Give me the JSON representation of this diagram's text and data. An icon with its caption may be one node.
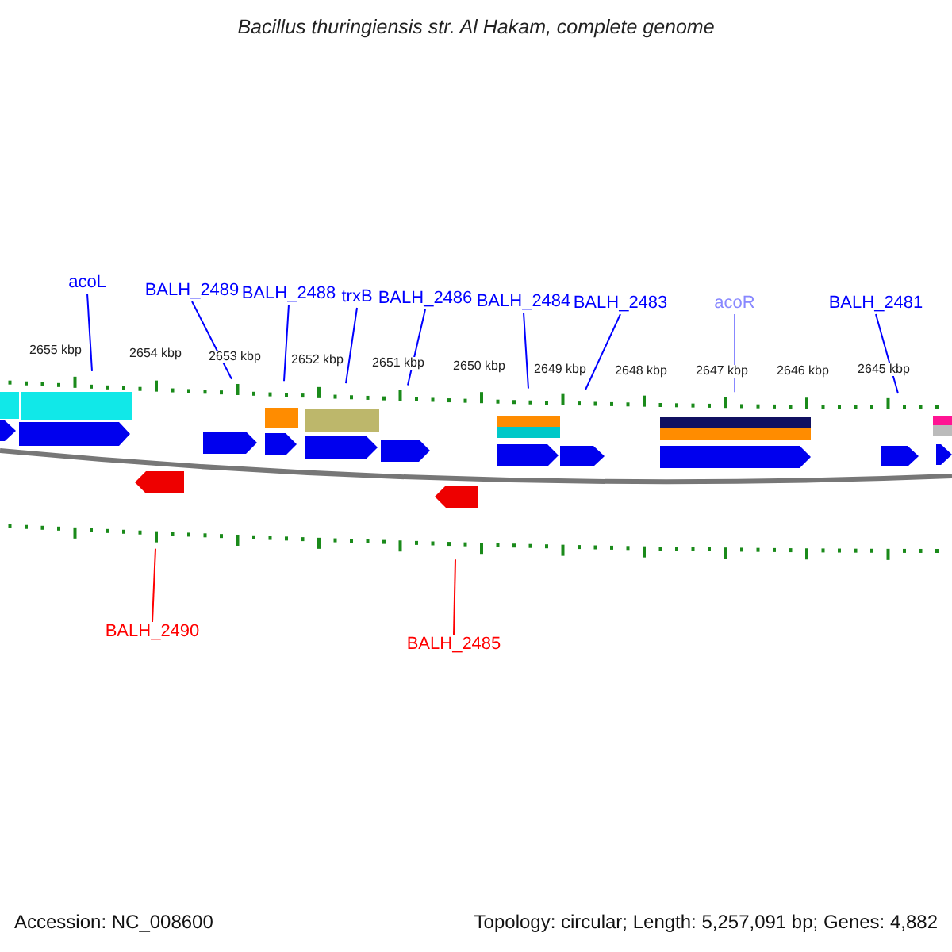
{
  "diagram": {
    "title": "Bacillus thuringiensis str. Al Hakam, complete genome",
    "nodes": [
      {
        "text": [
          "acoL"
        ]
      },
      {
        "text": [
          "BALH_2489"
        ]
      },
      {
        "text": [
          "BALH_2488"
        ]
      },
      {
        "text": [
          "trxB"
        ]
      },
      {
        "text": [
          "BALH_2486"
        ]
      },
      {
        "text": [
          "BALH_2484"
        ]
      },
      {
        "text": [
          "BALH_2483"
        ]
      },
      {
        "text": [
          "acoR"
        ]
      },
      {
        "text": [
          "BALH_2481"
        ]
      },
      {
        "text": [
          "BALH_2490"
        ]
      },
      {
        "text": [
          "BALH_2485"
        ]
      }
    ],
    "edges": [
      {
        "from": 0,
        "to": null,
        "arrow": "none"
      },
      {
        "from": 1,
        "to": null,
        "arrow": "none"
      },
      {
        "from": 2,
        "to": null,
        "arrow": "none"
      },
      {
        "from": 3,
        "to": null,
        "arrow": "none"
      },
      {
        "from": 4,
        "to": null,
        "arrow": "none"
      },
      {
        "from": 5,
        "to": null,
        "arrow": "none"
      },
      {
        "from": 6,
        "to": null,
        "arrow": "none"
      },
      {
        "from": 7,
        "to": null,
        "arrow": "none",
        "color": "#8888ff"
      },
      {
        "from": 8,
        "to": null,
        "arrow": "none"
      },
      {
        "from": 9,
        "to": null,
        "arrow": "none",
        "color": "#ff0000"
      },
      {
        "from": 10,
        "to": null,
        "arrow": "none",
        "color": "#ff0000"
      }
    ],
    "labels": [
      "2655 kbp",
      "2654 kbp",
      "2653 kbp",
      "2652 kbp",
      "2651 kbp",
      "2650 kbp",
      "2649 kbp",
      "2648 kbp",
      "2647 kbp",
      "2646 kbp",
      "2645 kbp",
      "Accession: NC_008600",
      "Topology: circular; Length: 5,257,091 bp; Genes: 4,882"
    ]
  }
}
